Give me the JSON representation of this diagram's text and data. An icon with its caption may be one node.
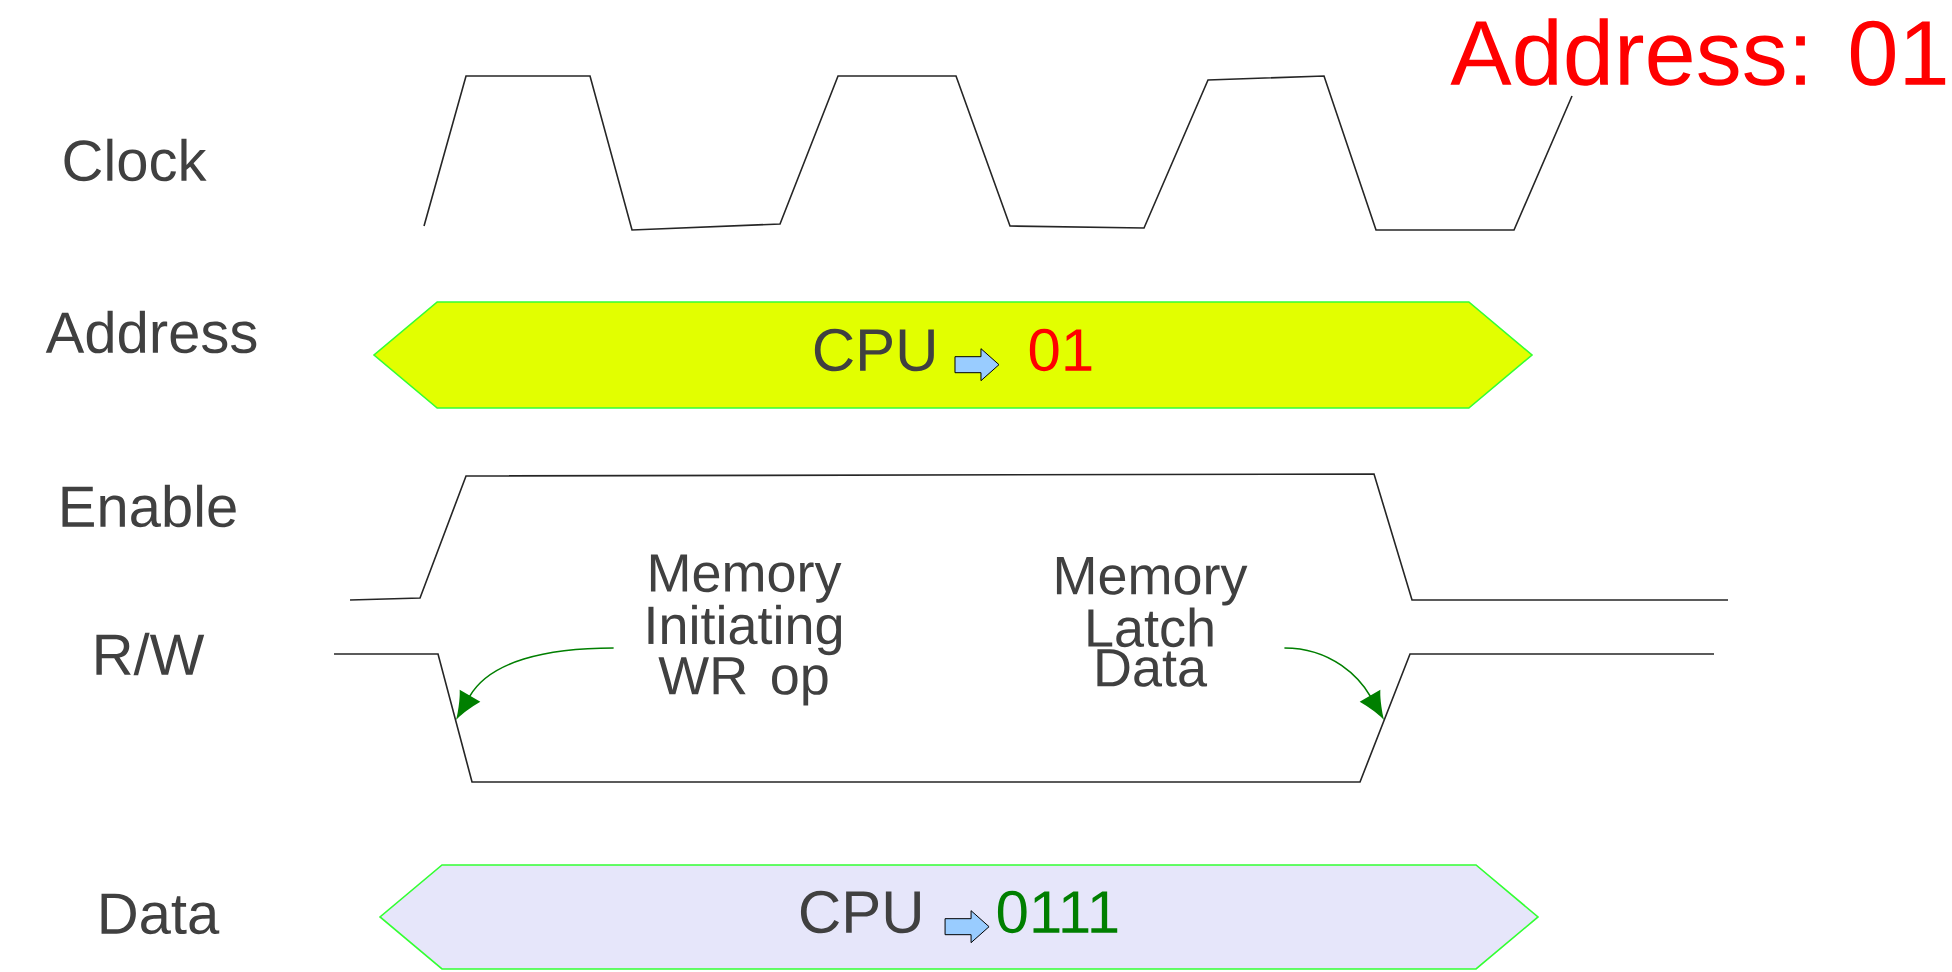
{
  "diagram": {
    "nodes": [
      {
        "text": [
          "CPU",
          "01"
        ]
      },
      {
        "text": [
          "Memory Initiating WR op"
        ]
      },
      {
        "text": [
          "Memory Latch Data"
        ]
      },
      {
        "text": [
          "CPU",
          "0111"
        ]
      }
    ],
    "edges": [
      {
        "from": 1,
        "to": null,
        "arrow": "to"
      },
      {
        "from": 2,
        "to": null,
        "arrow": "to"
      }
    ],
    "labels": [
      "Address: 01",
      "Clock",
      "Address",
      "Enable",
      "R/W",
      "Data"
    ]
  }
}
